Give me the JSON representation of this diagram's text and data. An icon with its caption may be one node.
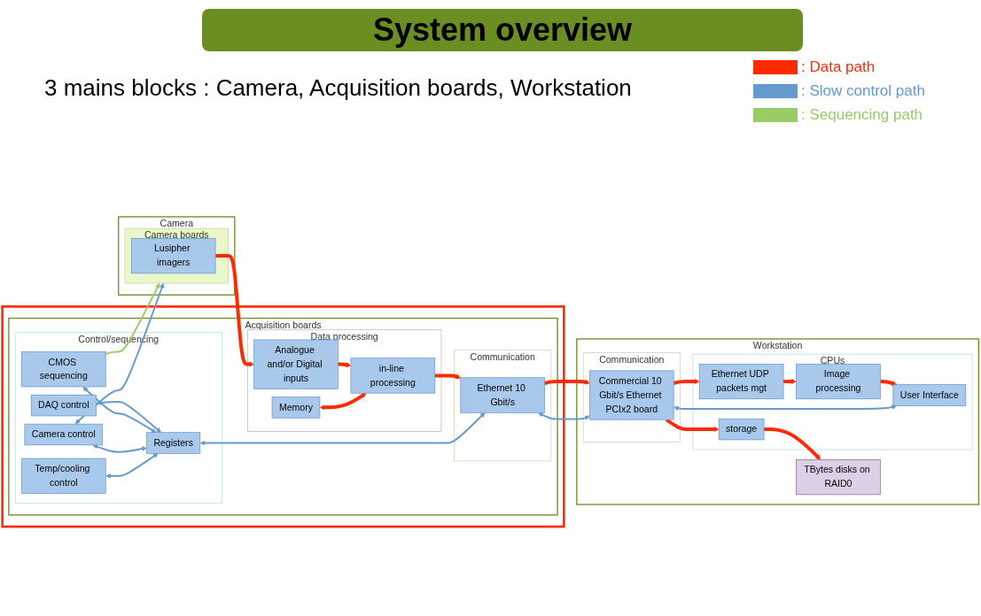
{
  "diagram": {
    "title": "System overview",
    "nodes": [
      {
        "text": [
          "Camera"
        ]
      },
      {
        "text": [
          "Camera boards"
        ],
        "in": 0
      },
      {
        "text": [
          "Lusipher imagers"
        ],
        "in": 1
      },
      {
        "text": [],
        "shape": "box"
      },
      {
        "text": [
          "Acquisition boards"
        ],
        "in": 3
      },
      {
        "text": [
          "Data processing"
        ],
        "in": 4
      },
      {
        "text": [
          "Analogue and/or Digital inputs"
        ],
        "in": 5
      },
      {
        "text": [
          "Memory"
        ],
        "in": 5
      },
      {
        "text": [
          "in-line processing"
        ],
        "in": 5
      },
      {
        "text": [
          "Control/sequencing"
        ],
        "in": 4
      },
      {
        "text": [
          "DAQ control"
        ],
        "in": 9
      },
      {
        "text": [
          "CMOS sequencing"
        ],
        "in": 9
      },
      {
        "text": [
          "Camera control"
        ],
        "in": 9
      },
      {
        "text": [
          "Temp/cooling control"
        ],
        "in": 9
      },
      {
        "text": [
          "Registers"
        ],
        "in": 9
      },
      {
        "text": [
          "Communication"
        ],
        "in": 4
      },
      {
        "text": [
          "Ethernet 10 Gbit/s"
        ],
        "in": 15
      },
      {
        "text": [
          "Workstation"
        ]
      },
      {
        "text": [
          "TBytes disks on RAID0"
        ],
        "in": 17
      },
      {
        "text": [
          "CPUs"
        ],
        "in": 17
      },
      {
        "text": [
          "User Interface"
        ],
        "in": 19
      },
      {
        "text": [
          "storage"
        ],
        "in": 19
      },
      {
        "text": [
          "Image processing"
        ],
        "in": 19
      },
      {
        "text": [
          "Ethernet UDP packets mgt"
        ],
        "in": 19
      },
      {
        "text": [
          "Communication"
        ],
        "in": 17
      },
      {
        "text": [
          "Commercial 10 Gbit/s Ethernet PCIx2 board"
        ],
        "in": 24
      }
    ],
    "edges": [
      {
        "from": 2,
        "to": 6,
        "arrow": "to"
      },
      {
        "from": 6,
        "to": 8,
        "arrow": "to"
      },
      {
        "from": 7,
        "to": 8,
        "arrow": "both"
      },
      {
        "from": 8,
        "to": 16,
        "arrow": "to"
      },
      {
        "from": 10,
        "to": 14,
        "arrow": "both",
        "color": "#6699cc"
      },
      {
        "from": 11,
        "to": 14,
        "arrow": "both",
        "color": "#6699cc"
      },
      {
        "from": 12,
        "to": 14,
        "arrow": "both",
        "color": "#6699cc"
      },
      {
        "from": 13,
        "to": 14,
        "arrow": "both",
        "color": "#6699cc"
      },
      {
        "from": 14,
        "to": 16,
        "arrow": "both",
        "color": "#6699cc"
      },
      {
        "from": 11,
        "to": 1,
        "arrow": "to",
        "color": "#99cc66"
      },
      {
        "from": 12,
        "to": 1,
        "arrow": "both",
        "color": "#6699cc"
      },
      {
        "from": 16,
        "to": 25,
        "arrow": "to"
      },
      {
        "from": 16,
        "to": 25,
        "arrow": "both",
        "color": "#6699cc"
      },
      {
        "from": 25,
        "to": 23,
        "arrow": "to"
      },
      {
        "from": 23,
        "to": 22,
        "arrow": "to"
      },
      {
        "from": 22,
        "to": 20,
        "arrow": "to"
      },
      {
        "from": 25,
        "to": 20,
        "arrow": "both",
        "color": "#6699cc"
      },
      {
        "from": 25,
        "to": 21,
        "arrow": "to"
      },
      {
        "from": 21,
        "to": 18,
        "arrow": "to"
      }
    ],
    "labels": [
      "3 mains blocks : Camera, Acquisition boards, Workstation"
    ],
    "legend": [
      {
        "text": ": Data path",
        "color": "#ff2a00"
      },
      {
        "text": ": Slow control path",
        "color": "#6699cc"
      },
      {
        "text": ": Sequencing path",
        "color": "#99cc66"
      }
    ]
  }
}
